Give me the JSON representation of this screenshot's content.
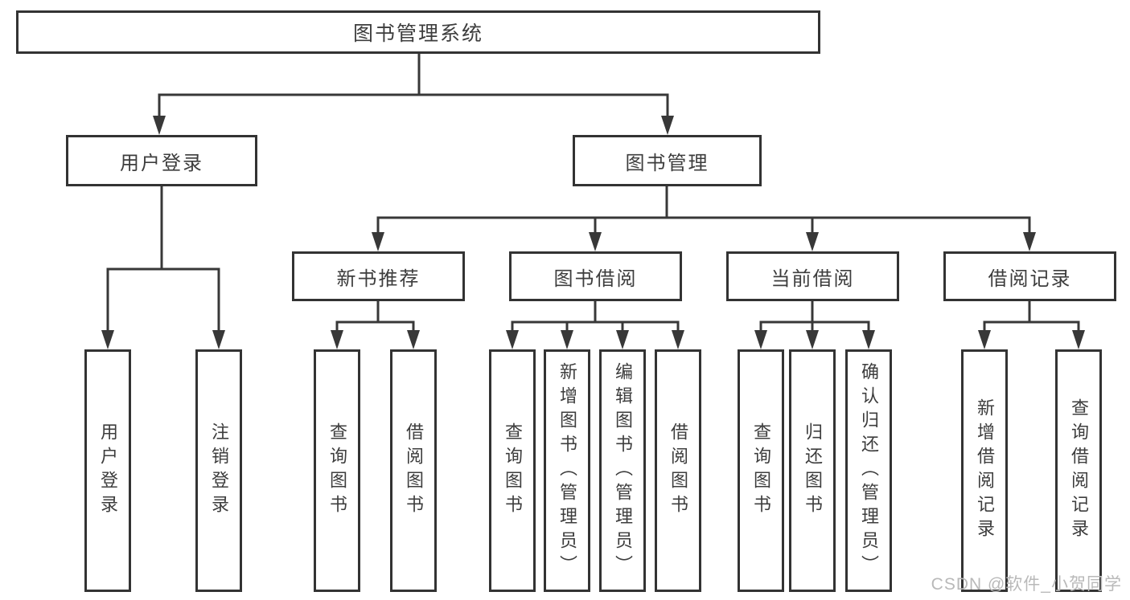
{
  "diagram_type": "hierarchy-tree",
  "root": {
    "label": "图书管理系统"
  },
  "branches": [
    {
      "label": "用户登录",
      "children": [
        {
          "label": "用户登录"
        },
        {
          "label": "注销登录"
        }
      ]
    },
    {
      "label": "图书管理",
      "children": [
        {
          "label": "新书推荐",
          "children": [
            {
              "label": "查询图书"
            },
            {
              "label": "借阅图书"
            }
          ]
        },
        {
          "label": "图书借阅",
          "children": [
            {
              "label": "查询图书"
            },
            {
              "label": "新增图书（管理员）"
            },
            {
              "label": "编辑图书（管理员）"
            },
            {
              "label": "借阅图书"
            }
          ]
        },
        {
          "label": "当前借阅",
          "children": [
            {
              "label": "查询图书"
            },
            {
              "label": "归还图书"
            },
            {
              "label": "确认归还（管理员）"
            }
          ]
        },
        {
          "label": "借阅记录",
          "children": [
            {
              "label": "新增借阅记录"
            },
            {
              "label": "查询借阅记录"
            }
          ]
        }
      ]
    }
  ],
  "watermark": {
    "text": "CSDN @软件_小贺同学",
    "color": "#b9b9b9"
  },
  "colors": {
    "line": "#383838",
    "box_border": "#333333",
    "text": "#3d3d3d",
    "background": "#ffffff"
  }
}
